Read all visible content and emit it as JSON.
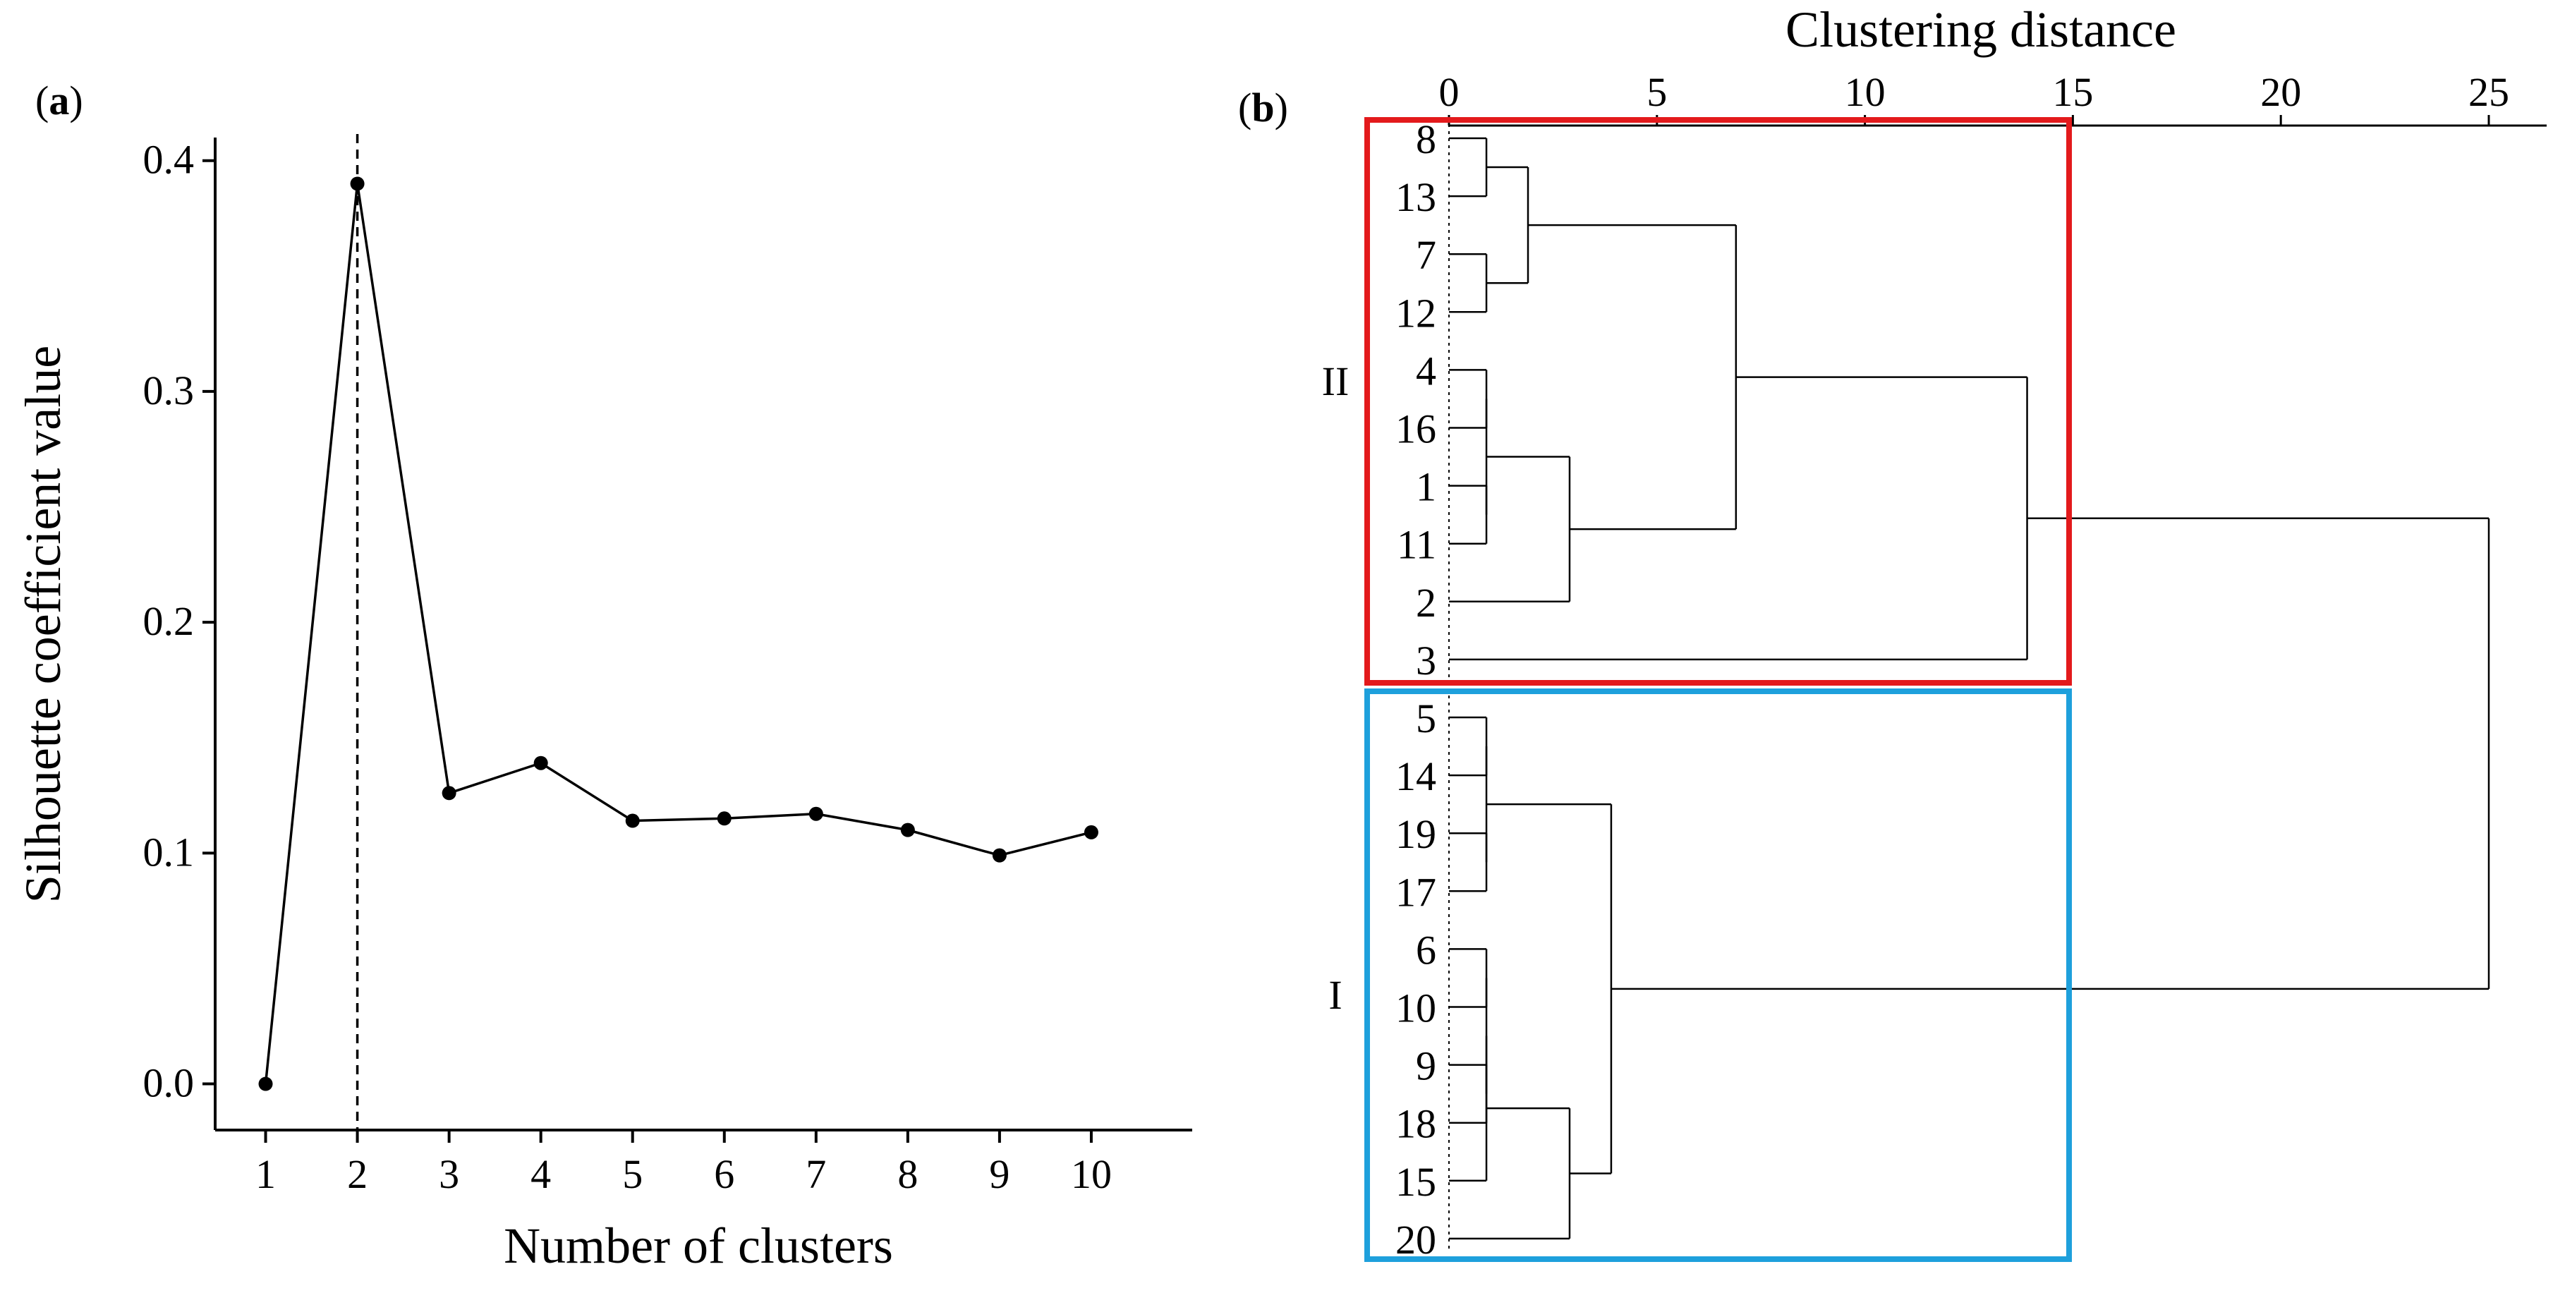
{
  "panel_a": {
    "label": "a"
  },
  "panel_b": {
    "label": "b"
  },
  "chart_data": [
    {
      "type": "line",
      "xlabel": "Number of clusters",
      "ylabel": "Silhouette coefficient value",
      "x": [
        1,
        2,
        3,
        4,
        5,
        6,
        7,
        8,
        9,
        10
      ],
      "y": [
        0.0,
        0.39,
        0.126,
        0.139,
        0.114,
        0.115,
        0.117,
        0.11,
        0.099,
        0.109
      ],
      "xlim": [
        0.45,
        11.1
      ],
      "ylim": [
        -0.02,
        0.41
      ],
      "xticks": [
        "1",
        "2",
        "3",
        "4",
        "5",
        "6",
        "7",
        "8",
        "9",
        "10"
      ],
      "yticks": [
        "0.0",
        "0.1",
        "0.2",
        "0.3",
        "0.4"
      ],
      "markers": "filled circles",
      "vline_at_x": 2,
      "grid": false
    },
    {
      "type": "dendrogram",
      "xlabel": "Clustering distance",
      "xlim": [
        0,
        25
      ],
      "xticks": [
        "0",
        "5",
        "10",
        "15",
        "20",
        "25"
      ],
      "leaves": [
        "8",
        "13",
        "7",
        "12",
        "4",
        "16",
        "1",
        "11",
        "2",
        "3",
        "5",
        "14",
        "19",
        "17",
        "6",
        "10",
        "9",
        "18",
        "15",
        "20"
      ],
      "merges": [
        {
          "a": "8",
          "b": "13",
          "h": 0.9
        },
        {
          "a": "7",
          "b": "12",
          "h": 0.9
        },
        {
          "a": "8+13",
          "b": "7+12",
          "h": 1.9
        },
        {
          "a": "4",
          "b": "16",
          "h": 0.9
        },
        {
          "a": "1",
          "b": "11",
          "h": 0.9
        },
        {
          "a": "4+16",
          "b": "1+11",
          "h": 0.9
        },
        {
          "a": "4+16+1+11",
          "b": "2",
          "h": 2.9
        },
        {
          "a": "8-12",
          "b": "4-2",
          "h": 6.9
        },
        {
          "a": "8-2",
          "b": "3",
          "h": 13.9
        },
        {
          "a": "5",
          "b": "14",
          "h": 0.9
        },
        {
          "a": "19",
          "b": "17",
          "h": 0.9
        },
        {
          "a": "5+14",
          "b": "19+17",
          "h": 0.9
        },
        {
          "a": "6",
          "b": "10",
          "h": 0.9
        },
        {
          "a": "9",
          "b": "18",
          "h": 0.9
        },
        {
          "a": "6+10",
          "b": "9+18",
          "h": 0.9
        },
        {
          "a": "6-18",
          "b": "15",
          "h": 0.9
        },
        {
          "a": "6-15",
          "b": "20",
          "h": 2.9
        },
        {
          "a": "5-17",
          "b": "6-20",
          "h": 3.9
        },
        {
          "a": "II",
          "b": "I",
          "h": 25
        }
      ],
      "groups": [
        {
          "name": "II",
          "leaves": [
            "8",
            "13",
            "7",
            "12",
            "4",
            "16",
            "1",
            "11",
            "2",
            "3"
          ],
          "color": "#e31a1c"
        },
        {
          "name": "I",
          "leaves": [
            "5",
            "14",
            "19",
            "17",
            "6",
            "10",
            "9",
            "18",
            "15",
            "20"
          ],
          "color": "#1ea0dc"
        }
      ]
    }
  ]
}
